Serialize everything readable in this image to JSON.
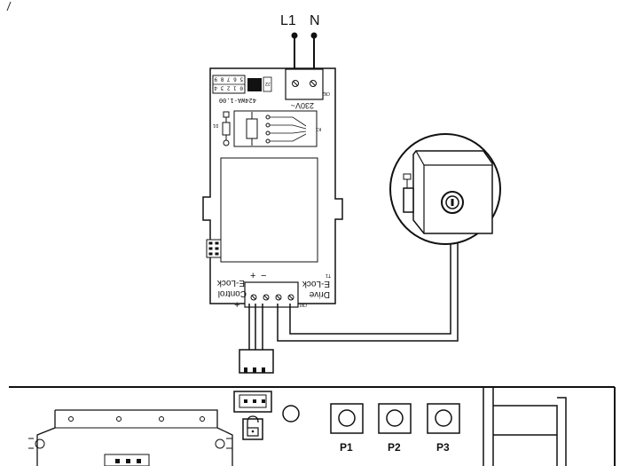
{
  "supply": {
    "l1": "L1",
    "n": "N"
  },
  "board": {
    "voltage": "230V~",
    "connector_top": "CN2",
    "connector_bottom": "CN1",
    "part_number": "424WA-1.00",
    "dip_top": "5 6 7 8 9",
    "dip_bottom": "0 1 2 3 4",
    "dip_tag": "J2",
    "diode": "D1",
    "relay": "K1",
    "label_t1": "T1",
    "elock_control_1": "E-Lock",
    "elock_control_2": "Control",
    "elock_drive_1": "E-Lock",
    "elock_drive_2": "Drive",
    "plus_top": "+",
    "minus_top": "−",
    "plus_side": "+"
  },
  "controller": {
    "p1": "P1",
    "p2": "P2",
    "p3": "P3"
  },
  "icons": {
    "lock_icon": "padlock-open",
    "elock_icon": "electric-lock"
  }
}
